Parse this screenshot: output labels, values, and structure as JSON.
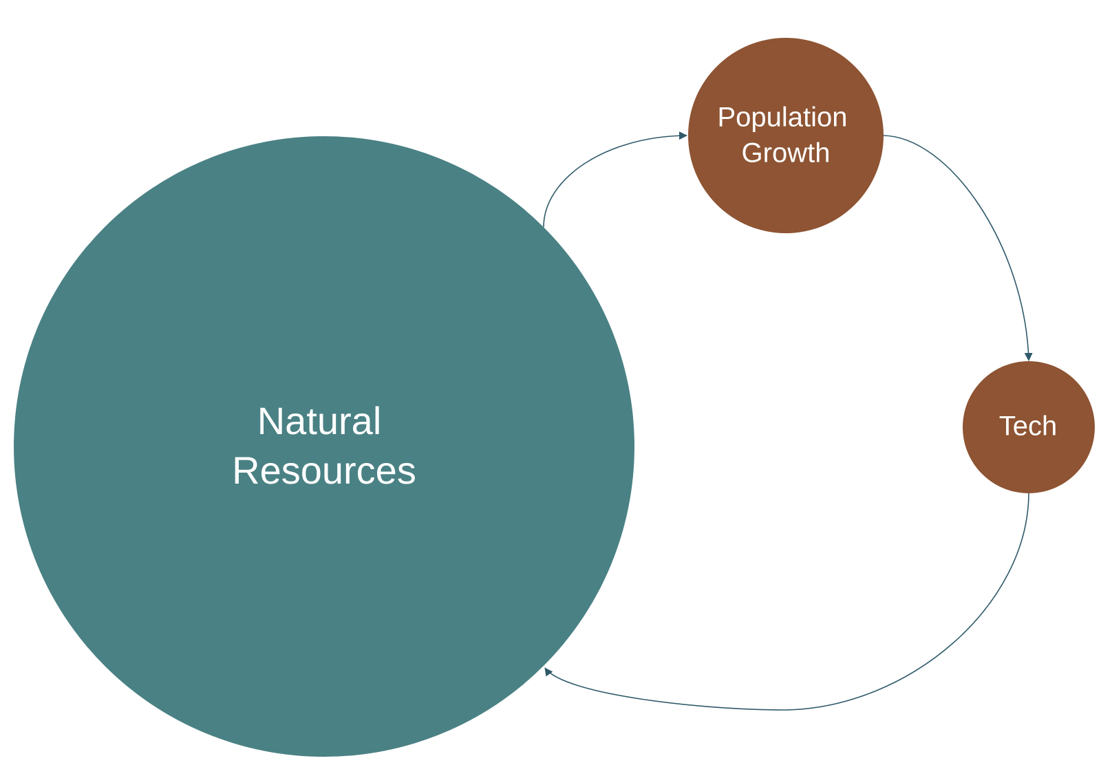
{
  "colors": {
    "resource_node": "#4A8184",
    "factor_node": "#8E5433",
    "connector": "#2F5A6A",
    "label": "#FFFFFF",
    "background": "#FFFFFF"
  },
  "nodes": {
    "natural_resources": {
      "line1": "Natural",
      "line2": "Resources"
    },
    "population_growth": {
      "line1": "Population",
      "line2": "Growth"
    },
    "tech": {
      "line1": "Tech"
    }
  },
  "connections": [
    {
      "from": "Natural Resources",
      "to": "Population Growth"
    },
    {
      "from": "Population Growth",
      "to": "Tech"
    },
    {
      "from": "Tech",
      "to": "Natural Resources"
    }
  ]
}
